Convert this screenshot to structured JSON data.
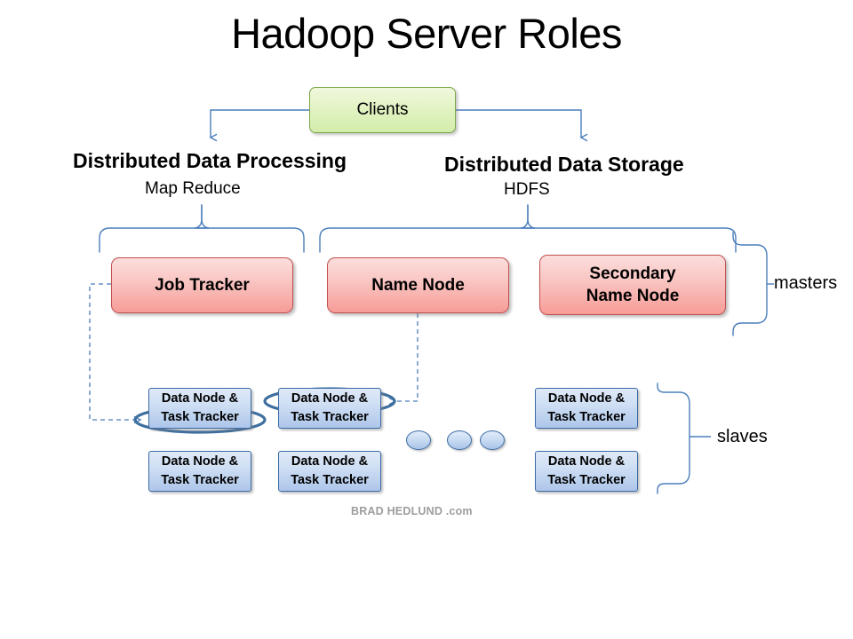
{
  "title": "Hadoop Server Roles",
  "watermark": "BRAD HEDLUND .com",
  "clients": {
    "label": "Clients"
  },
  "columns": {
    "processing": {
      "heading": "Distributed Data Processing",
      "subheading": "Map Reduce"
    },
    "storage": {
      "heading": "Distributed Data Storage",
      "subheading": "HDFS"
    }
  },
  "masters": {
    "group_label": "masters",
    "nodes": [
      {
        "label": "Job Tracker",
        "line1": "Job Tracker",
        "line2": ""
      },
      {
        "label": "Name Node",
        "line1": "Name Node",
        "line2": ""
      },
      {
        "label": "Secondary Name Node",
        "line1": "Secondary",
        "line2": "Name Node"
      }
    ]
  },
  "slaves": {
    "group_label": "slaves",
    "node_line1": "Data Node &",
    "node_line2": "Task Tracker",
    "nodes": [
      {
        "col": 1,
        "row": 1,
        "line1": "Data Node &",
        "line2": "Task Tracker"
      },
      {
        "col": 1,
        "row": 2,
        "line1": "Data Node &",
        "line2": "Task Tracker"
      },
      {
        "col": 2,
        "row": 1,
        "line1": "Data Node &",
        "line2": "Task Tracker"
      },
      {
        "col": 2,
        "row": 2,
        "line1": "Data Node &",
        "line2": "Task Tracker"
      },
      {
        "col": 3,
        "row": 1,
        "line1": "Data Node &",
        "line2": "Task Tracker"
      },
      {
        "col": 3,
        "row": 2,
        "line1": "Data Node &",
        "line2": "Task Tracker"
      }
    ],
    "ellipsis_dots": 3
  },
  "colors": {
    "clients_fill": "#e3f3c4",
    "clients_border": "#7aa74a",
    "master_fill": "#f9c7c4",
    "master_border": "#c0504d",
    "slave_fill": "#cfdff4",
    "slave_border": "#3a6ba5",
    "connector": "#4a7ebb",
    "highlight_ellipse": "#3f6f9f",
    "watermark_text": "#9d9d9d"
  }
}
